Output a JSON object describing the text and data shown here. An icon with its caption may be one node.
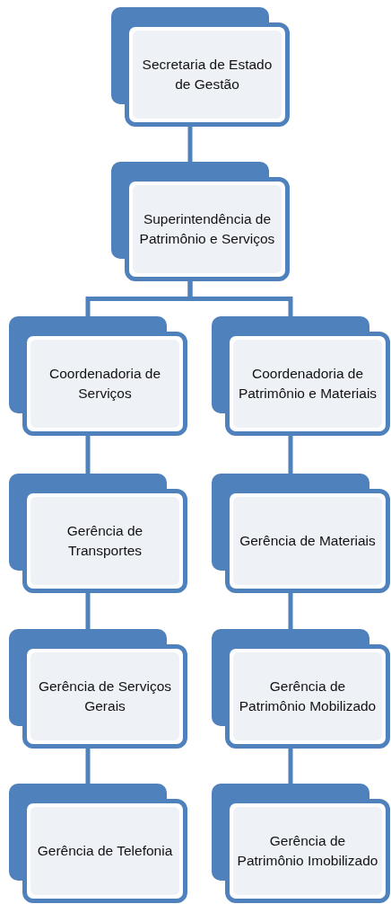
{
  "diagram": {
    "nodes": [
      {
        "text": [
          "Secretaria de Estado de Gestão"
        ]
      },
      {
        "text": [
          "Superintendência de Patrimônio e Serviços"
        ]
      },
      {
        "text": [
          "Coordenadoria de Serviços"
        ]
      },
      {
        "text": [
          "Coordenadoria de Patrimônio e Materiais"
        ]
      },
      {
        "text": [
          "Gerência de Transportes"
        ]
      },
      {
        "text": [
          "Gerência de Materiais"
        ]
      },
      {
        "text": [
          "Gerência de Serviços Gerais"
        ]
      },
      {
        "text": [
          "Gerência de Patrimônio Mobilizado"
        ]
      },
      {
        "text": [
          "Gerência de Telefonia"
        ]
      },
      {
        "text": [
          "Gerência de Patrimônio Imobilizado"
        ]
      }
    ],
    "edges": [
      {
        "from": 0,
        "to": 1,
        "arrow": "none"
      },
      {
        "from": 1,
        "to": 2,
        "arrow": "none"
      },
      {
        "from": 1,
        "to": 3,
        "arrow": "none"
      },
      {
        "from": 2,
        "to": 4,
        "arrow": "none"
      },
      {
        "from": 4,
        "to": 6,
        "arrow": "none"
      },
      {
        "from": 6,
        "to": 8,
        "arrow": "none"
      },
      {
        "from": 3,
        "to": 5,
        "arrow": "none"
      },
      {
        "from": 5,
        "to": 7,
        "arrow": "none"
      },
      {
        "from": 7,
        "to": 9,
        "arrow": "none"
      }
    ]
  }
}
